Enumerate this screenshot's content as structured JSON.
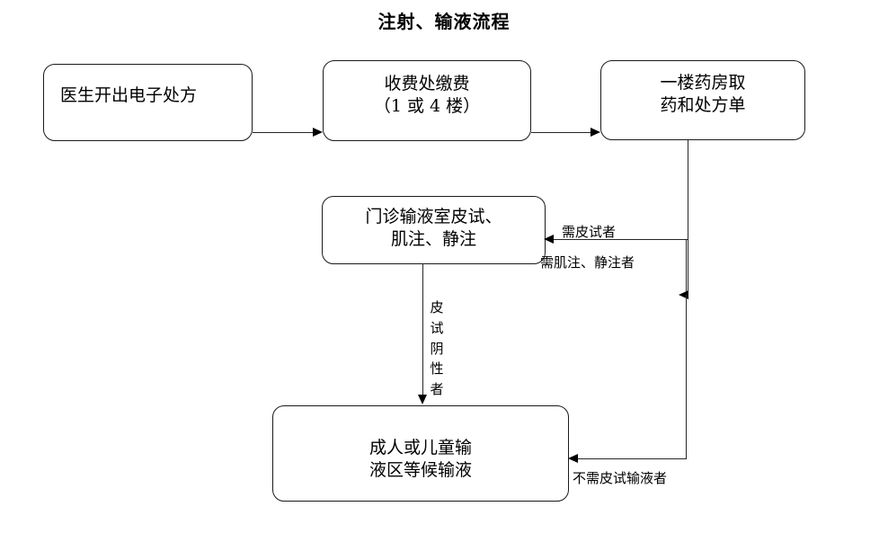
{
  "title": "注射、输液流程",
  "nodes": {
    "prescription": {
      "line1": "医生开出电子处方"
    },
    "payment": {
      "line1": "收费处缴费",
      "line2": "（1 或 4 楼）"
    },
    "pharmacy": {
      "line1": "一楼药房取",
      "line2": "药和处方单"
    },
    "infusion_room": {
      "line1": "门诊输液室皮试、",
      "line2": "肌注、静注"
    },
    "waiting_area": {
      "line1": "成人或儿童输",
      "line2": "液区等候输液"
    }
  },
  "edge_labels": {
    "skin_test_needed": "需皮试者",
    "injection_needed": "需肌注、静注者",
    "skin_test_negative": {
      "c1": "皮",
      "c2": "试",
      "c3": "阴",
      "c4": "性",
      "c5": "者"
    },
    "no_skin_test_infusion": "不需皮试输液者"
  },
  "colors": {
    "background": "#ffffff",
    "box_border": "#1a1a1a",
    "connector": "#262626",
    "text": "#000000"
  }
}
